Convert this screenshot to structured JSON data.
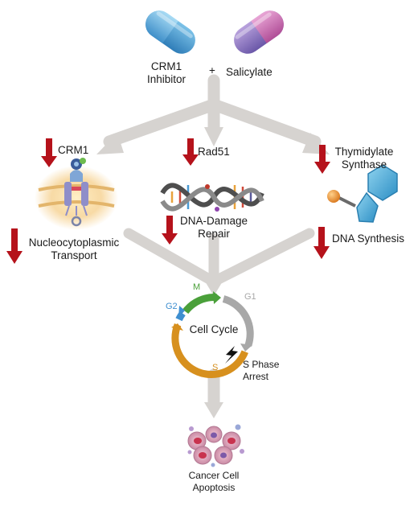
{
  "drugs": {
    "drug1": "CRM1",
    "drug1_line2": "Inhibitor",
    "plus": "+",
    "drug2": "Salicylate"
  },
  "targets": {
    "crm1": "CRM1",
    "rad51": "Rad51",
    "thymidylate": "Thymidylate",
    "synthase": "Synthase"
  },
  "processes": {
    "transport_line1": "Nucleocytoplasmic",
    "transport_line2": "Transport",
    "repair_line1": "DNA-Damage",
    "repair_line2": "Repair",
    "synthesis": "DNA Synthesis"
  },
  "cycle": {
    "title": "Cell Cycle",
    "phase_m": "M",
    "phase_g1": "G1",
    "phase_g2": "G2",
    "phase_s": "S",
    "arrest_line1": "S Phase",
    "arrest_line2": "Arrest"
  },
  "outcome": {
    "line1": "Cancer Cell",
    "line2": "Apoptosis"
  },
  "colors": {
    "arrow_gray": "#d6d3d0",
    "down_arrow_red": "#b5121b",
    "pill_blue": "#5aa8d8",
    "pill_purple": "#a66bb8",
    "phase_m": "#4aa03a",
    "phase_g1": "#a8a8a8",
    "phase_g2": "#3f8fd0",
    "phase_s": "#d7901e"
  }
}
